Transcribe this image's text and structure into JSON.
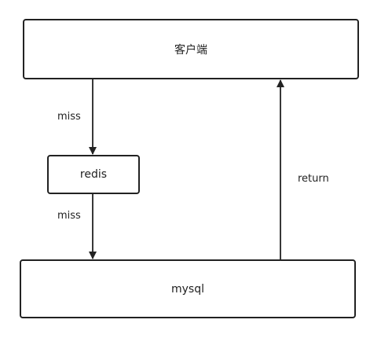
{
  "diagram": {
    "nodes": {
      "client": "客户端",
      "redis": "redis",
      "mysql": "mysql"
    },
    "edges": {
      "client_to_redis": "miss",
      "redis_to_mysql": "miss",
      "mysql_to_client": "return"
    }
  },
  "colors": {
    "stroke": "#222222",
    "text": "#222222",
    "background": "#ffffff"
  }
}
